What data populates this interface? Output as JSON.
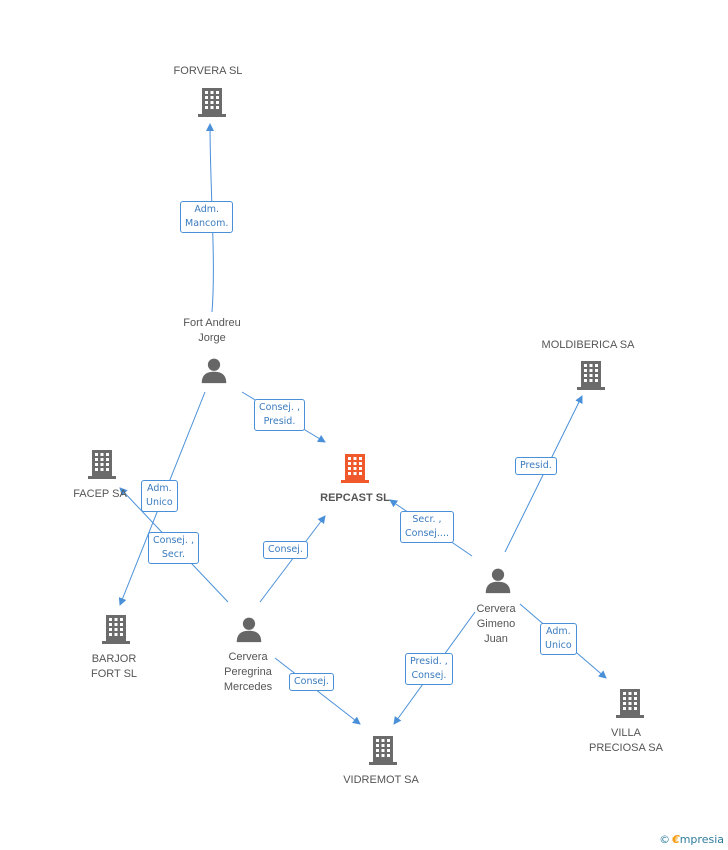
{
  "companies": {
    "forvera": "FORVERA SL",
    "repcast": "REPCAST SL",
    "moldiberica": "MOLDIBERICA SA",
    "facep": "FACEP SA",
    "barjor": "BARJOR\nFORT SL",
    "vidremot": "VIDREMOT SA",
    "villa": "VILLA\nPRECIOSA SA"
  },
  "persons": {
    "fort": "Fort Andreu\nJorge",
    "peregrina": "Cervera\nPeregrina\nMercedes",
    "gimeno": "Cervera\nGimeno\nJuan"
  },
  "edges": {
    "fort_forvera": "Adm.\nMancom.",
    "fort_repcast": "Consej. ,\nPresid.",
    "fort_barjor": "Adm.\nUnico",
    "peregrina_facep": "Consej. ,\nSecr.",
    "peregrina_repcast": "Consej.",
    "peregrina_vidremot": "Consej.",
    "gimeno_repcast": "Secr. ,\nConsej....",
    "gimeno_moldiberica": "Presid.",
    "gimeno_villa": "Adm.\nUnico",
    "gimeno_vidremot": "Presid. ,\nConsej."
  },
  "colors": {
    "edge": "#4a90d9",
    "building": "#6b6b6b",
    "main_building": "#f0592b",
    "person": "#666666"
  },
  "brand": {
    "symbol": "©",
    "initial": "€",
    "name": "mpresia"
  }
}
